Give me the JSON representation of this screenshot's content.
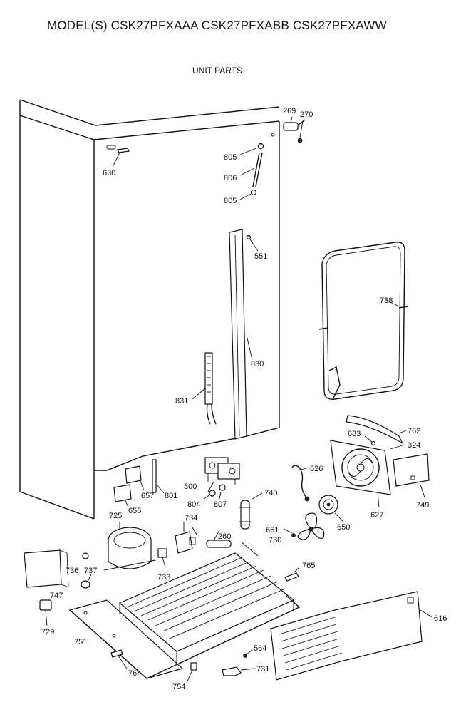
{
  "header": {
    "title": "MODEL(S) CSK27PFXAAA  CSK27PFXABB  CSK27PFXAWW",
    "subtitle": "UNIT PARTS"
  },
  "part_labels": [
    {
      "name": "part-label-269",
      "text": "269"
    },
    {
      "name": "part-label-270",
      "text": "270"
    },
    {
      "name": "part-label-630",
      "text": "630"
    },
    {
      "name": "part-label-805-top",
      "text": "805"
    },
    {
      "name": "part-label-806",
      "text": "806"
    },
    {
      "name": "part-label-805-bottom",
      "text": "805"
    },
    {
      "name": "part-label-551",
      "text": "551"
    },
    {
      "name": "part-label-738",
      "text": "738"
    },
    {
      "name": "part-label-830",
      "text": "830"
    },
    {
      "name": "part-label-831",
      "text": "831"
    },
    {
      "name": "part-label-762",
      "text": "762"
    },
    {
      "name": "part-label-683",
      "text": "683"
    },
    {
      "name": "part-label-324",
      "text": "324"
    },
    {
      "name": "part-label-626",
      "text": "626"
    },
    {
      "name": "part-label-749",
      "text": "749"
    },
    {
      "name": "part-label-627",
      "text": "627"
    },
    {
      "name": "part-label-650",
      "text": "650"
    },
    {
      "name": "part-label-800",
      "text": "800"
    },
    {
      "name": "part-label-801",
      "text": "801"
    },
    {
      "name": "part-label-657",
      "text": "657"
    },
    {
      "name": "part-label-656",
      "text": "656"
    },
    {
      "name": "part-label-804",
      "text": "804"
    },
    {
      "name": "part-label-807",
      "text": "807"
    },
    {
      "name": "part-label-740",
      "text": "740"
    },
    {
      "name": "part-label-725",
      "text": "725"
    },
    {
      "name": "part-label-734",
      "text": "734"
    },
    {
      "name": "part-label-260",
      "text": "260"
    },
    {
      "name": "part-label-651",
      "text": "651"
    },
    {
      "name": "part-label-730",
      "text": "730"
    },
    {
      "name": "part-label-765",
      "text": "765"
    },
    {
      "name": "part-label-736",
      "text": "736"
    },
    {
      "name": "part-label-737",
      "text": "737"
    },
    {
      "name": "part-label-733",
      "text": "733"
    },
    {
      "name": "part-label-747",
      "text": "747"
    },
    {
      "name": "part-label-616",
      "text": "616"
    },
    {
      "name": "part-label-729",
      "text": "729"
    },
    {
      "name": "part-label-751",
      "text": "751"
    },
    {
      "name": "part-label-564",
      "text": "564"
    },
    {
      "name": "part-label-731",
      "text": "731"
    },
    {
      "name": "part-label-764",
      "text": "764"
    },
    {
      "name": "part-label-754",
      "text": "754"
    }
  ]
}
